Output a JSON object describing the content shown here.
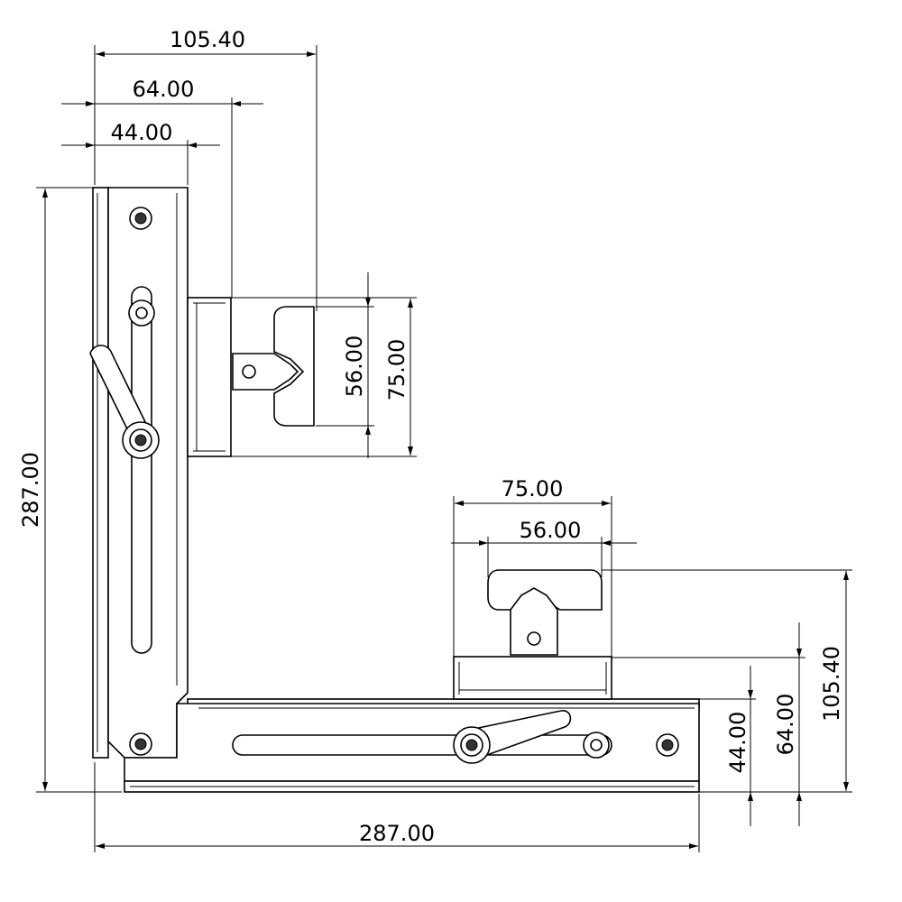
{
  "dimensions": {
    "top_overall": "105.40",
    "top_mid": "64.00",
    "top_short": "44.00",
    "left_height": "287.00",
    "upper_jaw_inner": "56.00",
    "upper_jaw_outer": "75.00",
    "lower_jaw_outer": "75.00",
    "lower_jaw_inner": "56.00",
    "right_overall": "105.40",
    "right_mid": "64.00",
    "right_short": "44.00",
    "bottom_width": "287.00"
  },
  "colors": {
    "line": "#000000",
    "background": "#ffffff"
  }
}
